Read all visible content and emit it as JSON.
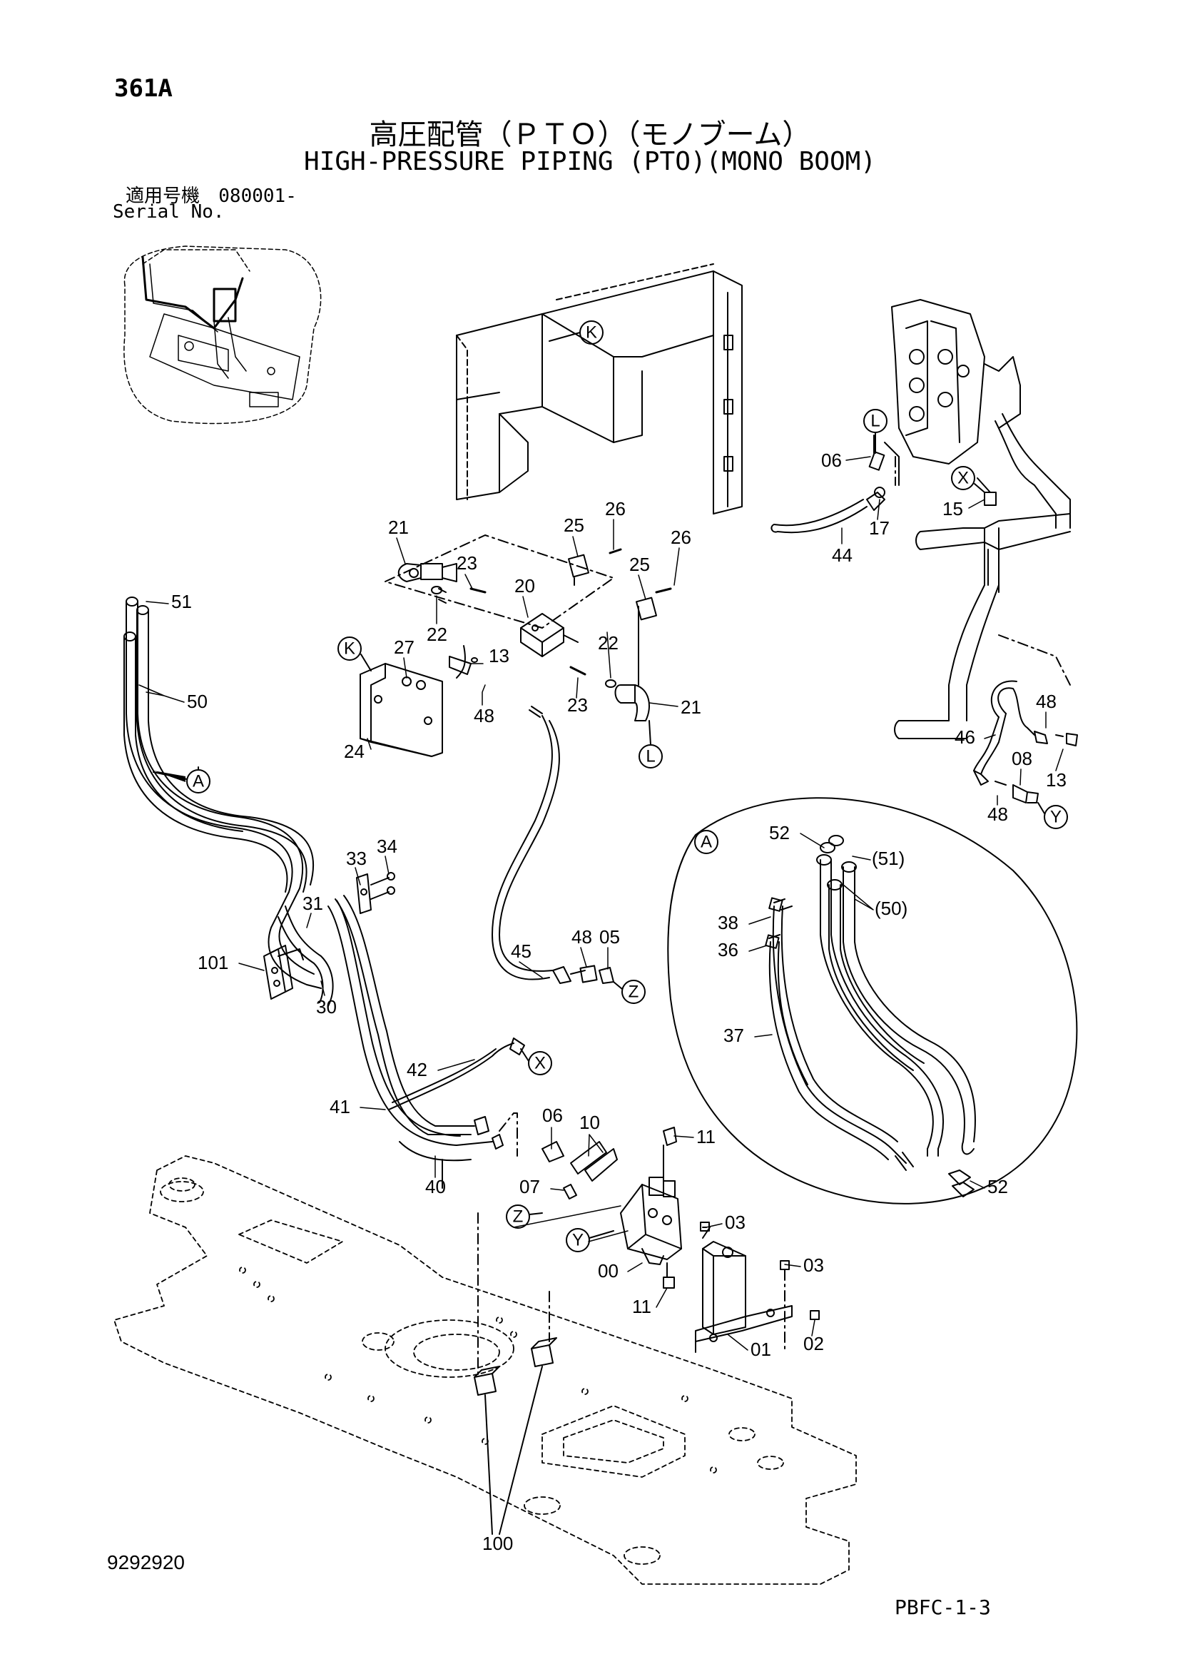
{
  "header": {
    "page_code": "361A",
    "title_jp": "高圧配管（ＰＴＯ）（モノブーム）",
    "title_en": "HIGH-PRESSURE PIPING (PTO)(MONO BOOM)",
    "serial_label_jp": "適用号機",
    "serial_value": "080001-",
    "serial_label_en": "Serial No."
  },
  "footer": {
    "doc_number": "9292920",
    "sheet_code": "PBFC-1-3"
  },
  "callouts": {
    "K1": "K",
    "K2": "K",
    "L1": "L",
    "L2": "L",
    "X1": "X",
    "X2": "X",
    "Y1": "Y",
    "Y2": "Y",
    "Z1": "Z",
    "Z2": "Z",
    "A1": "A",
    "A2": "A"
  },
  "part_labels": {
    "p06a": "06",
    "p17": "17",
    "p44": "44",
    "p15": "15",
    "p21a": "21",
    "p25a": "25",
    "p26a": "26",
    "p26b": "26",
    "p25b": "25",
    "p23a": "23",
    "p20": "20",
    "p22a": "22",
    "p22b": "22",
    "p27": "27",
    "p13a": "13",
    "p48a": "48",
    "p23b": "23",
    "p21b": "21",
    "p24": "24",
    "p51": "51",
    "p50": "50",
    "p48b": "48",
    "p46": "46",
    "p13b": "13",
    "p08": "08",
    "p48c": "48",
    "p52a": "52",
    "p51p": "(51)",
    "p50p": "(50)",
    "p38": "38",
    "p36": "36",
    "p37": "37",
    "p52b": "52",
    "p33": "33",
    "p34": "34",
    "p31": "31",
    "p101": "101",
    "p30": "30",
    "p45": "45",
    "p48d": "48",
    "p05": "05",
    "p42": "42",
    "p41": "41",
    "p06b": "06",
    "p10": "10",
    "p11a": "11",
    "p40": "40",
    "p07": "07",
    "p03a": "03",
    "p03b": "03",
    "p00": "00",
    "p11b": "11",
    "p01": "01",
    "p02": "02",
    "p100": "100"
  }
}
